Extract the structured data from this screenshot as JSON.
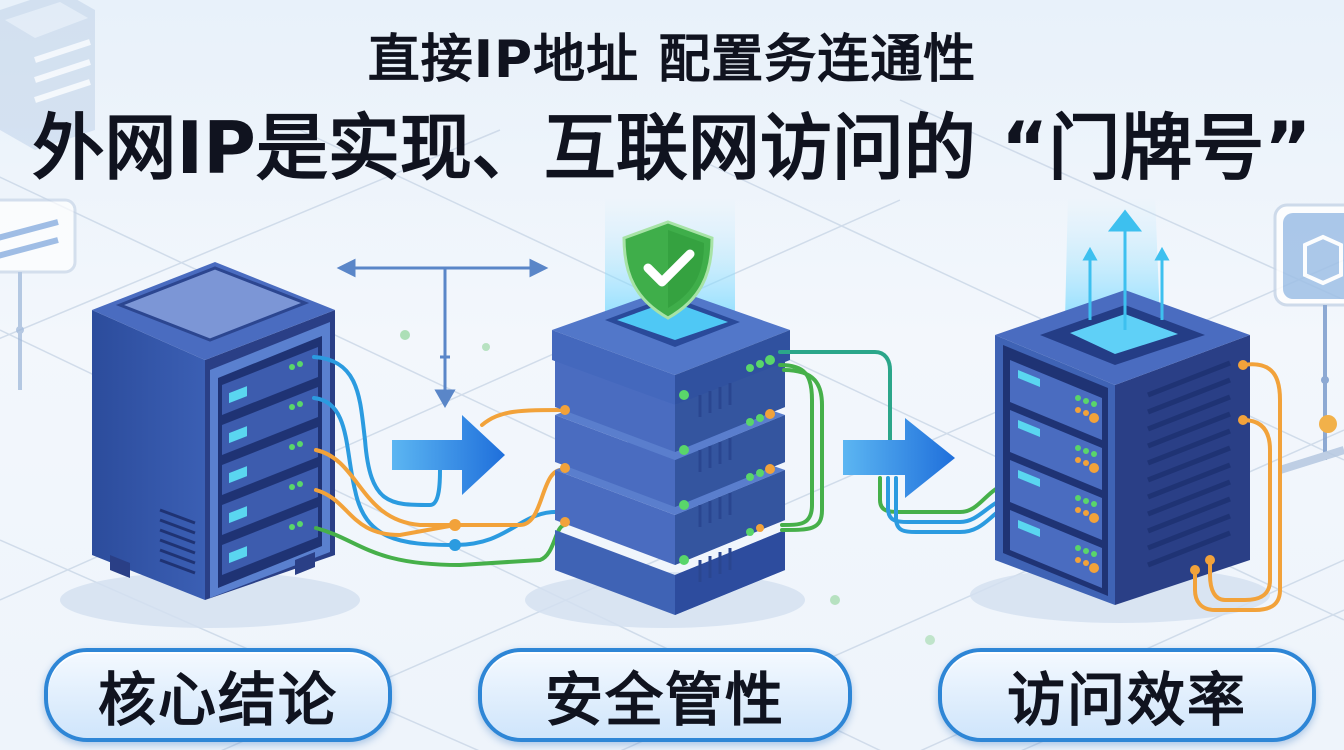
{
  "header": {
    "subtitle": "直接IP地址 配置务连通性",
    "title": "外网IP是实现、互联网访问的 “门牌号”"
  },
  "labels": [
    {
      "text": "核心结论"
    },
    {
      "text": "安全管性"
    },
    {
      "text": "访问效率"
    }
  ],
  "illustration": {
    "nodes": [
      {
        "name": "left-server-tower",
        "icon": "server-rack-icon"
      },
      {
        "name": "middle-server-stack",
        "icon": "shield-check-icon"
      },
      {
        "name": "right-server-tower",
        "icon": "upload-arrow-icon"
      }
    ],
    "arrows": [
      "arrow-right-icon",
      "arrow-right-icon"
    ],
    "colors": {
      "server_body": "#3f63b5",
      "server_dark": "#243d86",
      "cable_blue": "#2b9be0",
      "cable_orange": "#f2a23a",
      "cable_green": "#46b04a",
      "arrow_blue": "#2f86e6",
      "shield_green": "#3fae4a",
      "pill_border": "#2e86d6"
    }
  }
}
